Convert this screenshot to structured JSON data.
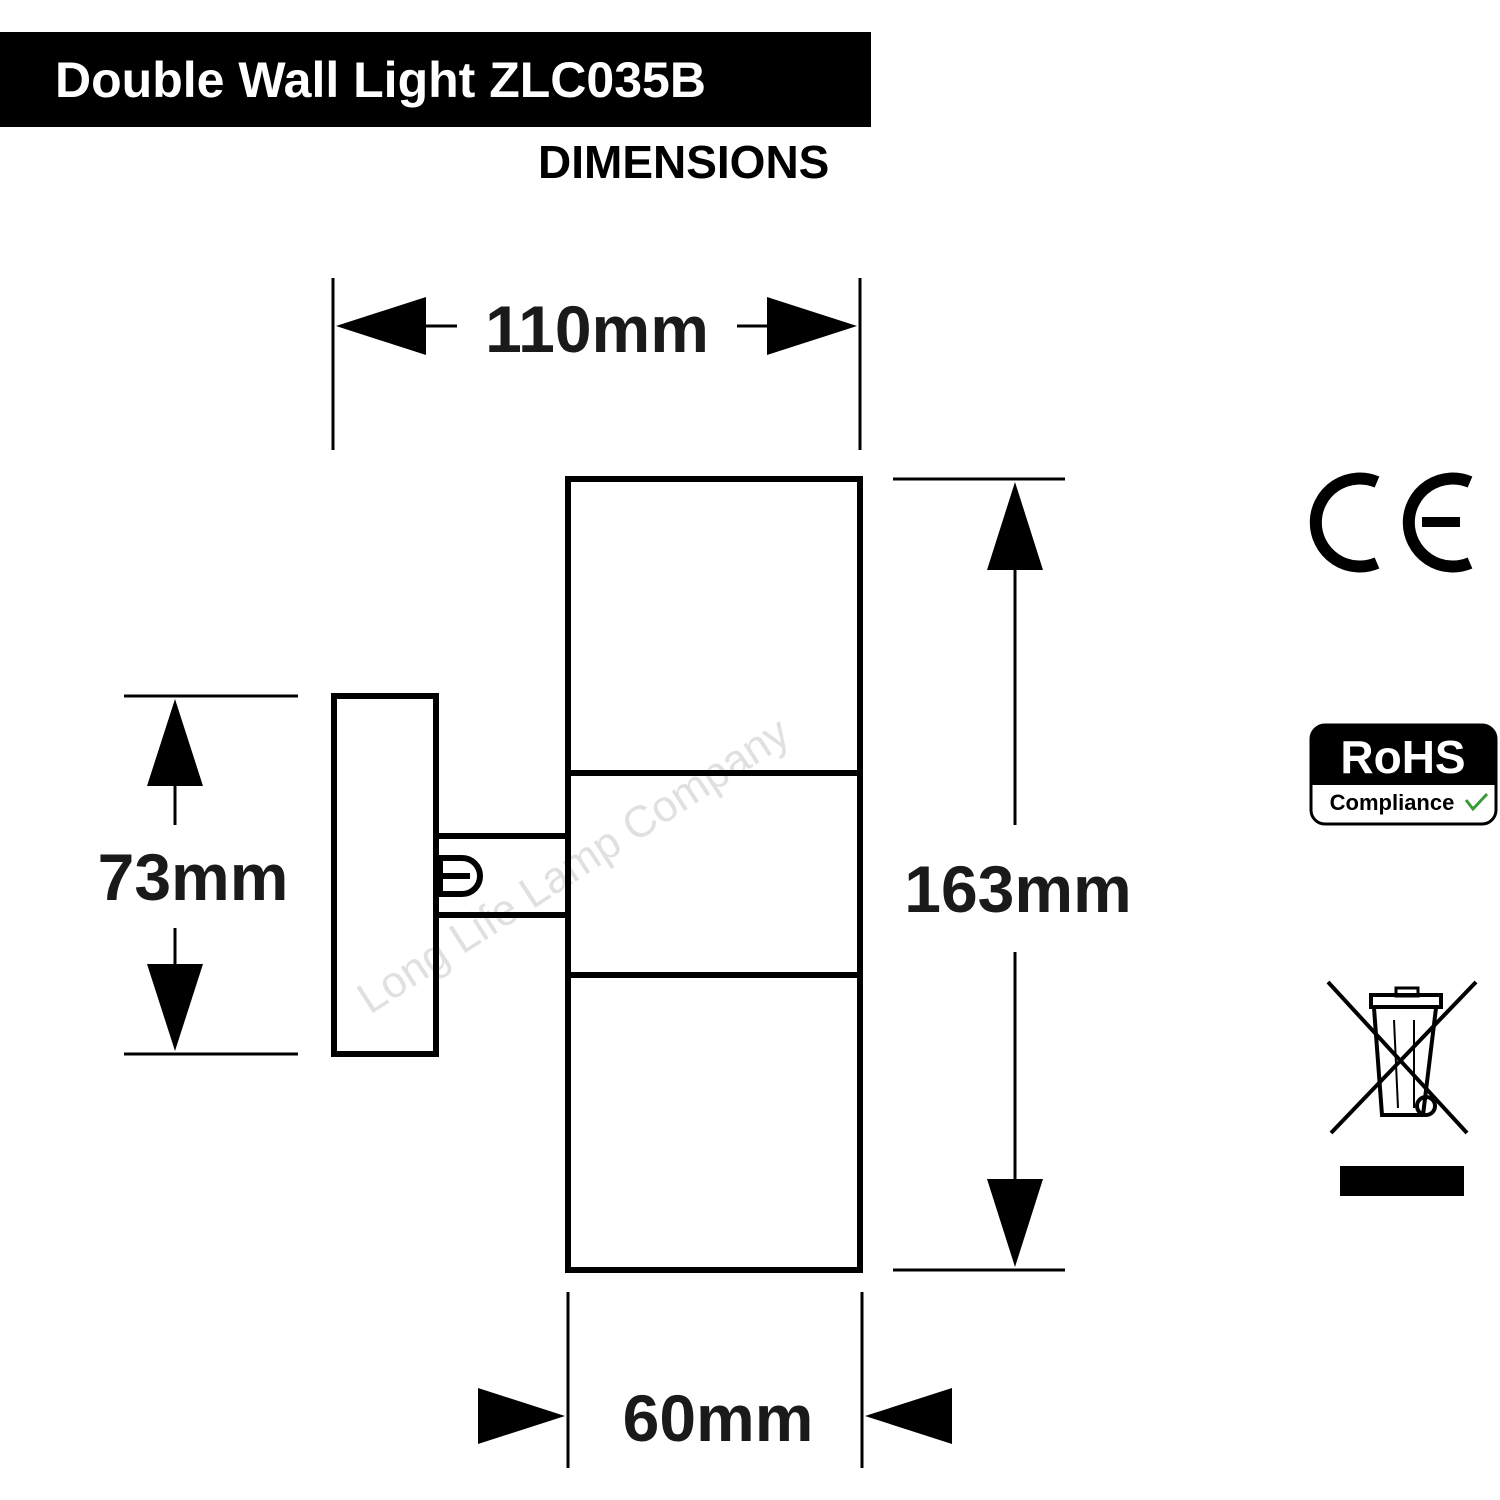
{
  "header": {
    "title": "Double Wall Light ZLC035B",
    "subtitle": "DIMENSIONS"
  },
  "dimensions": {
    "width": "110mm",
    "height": "163mm",
    "backplate_height": "73mm",
    "depth": "60mm"
  },
  "watermark": "Long Life Lamp Company",
  "certifications": {
    "ce_mark": "CE",
    "rohs_title": "RoHS",
    "rohs_subtitle": "Compliance",
    "weee_icon": "crossed-out-wheelie-bin-icon"
  },
  "colors": {
    "ink": "#000000",
    "background": "#ffffff",
    "rohs_check": "#3a9a3a"
  }
}
